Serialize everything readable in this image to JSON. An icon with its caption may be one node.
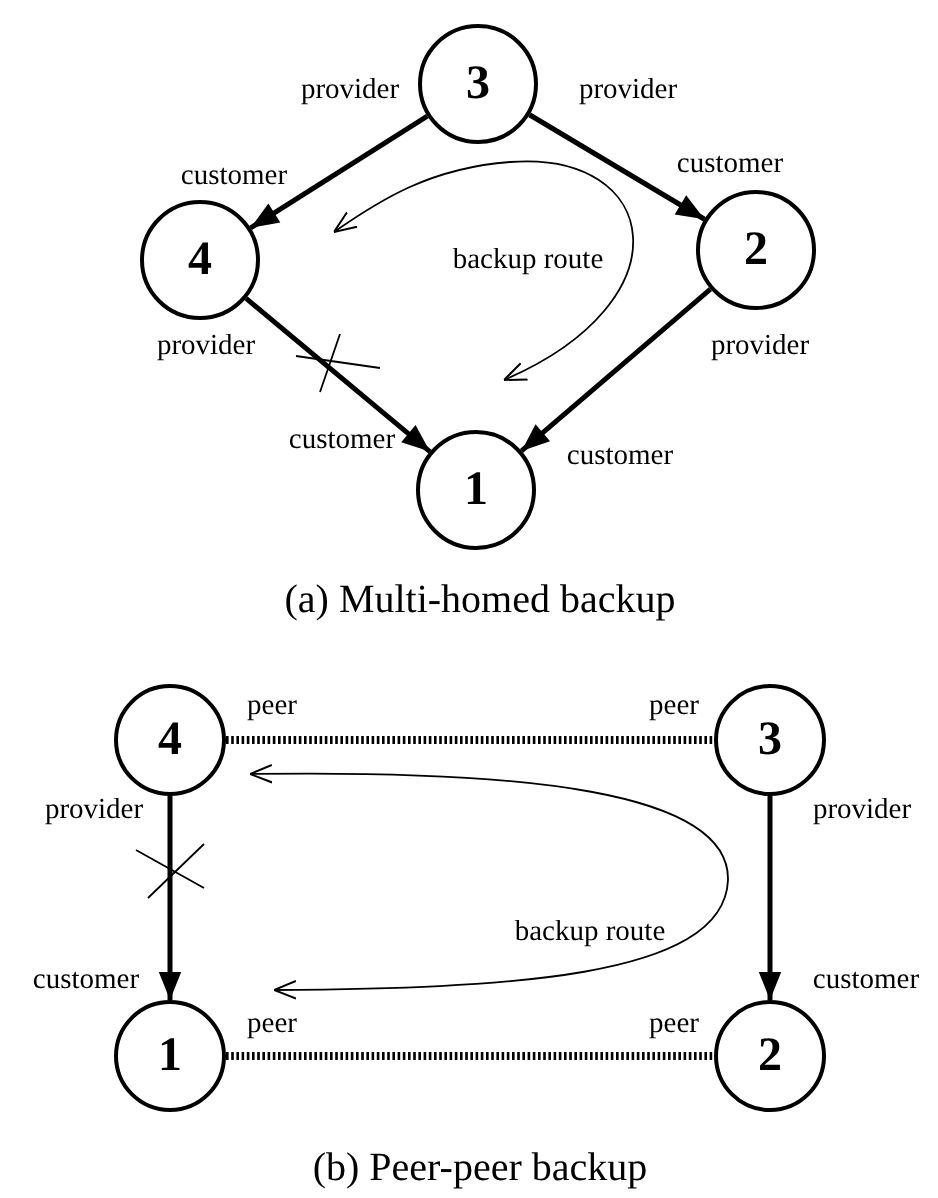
{
  "diagram": {
    "nodes": [
      {
        "text": [
          "3"
        ]
      },
      {
        "text": [
          "4"
        ]
      },
      {
        "text": [
          "2"
        ]
      },
      {
        "text": [
          "1"
        ]
      },
      {
        "text": [
          "4"
        ]
      },
      {
        "text": [
          "3"
        ]
      },
      {
        "text": [
          "1"
        ]
      },
      {
        "text": [
          "2"
        ]
      }
    ],
    "edges": [
      {
        "from": 0,
        "to": 1,
        "arrow": "to"
      },
      {
        "from": 0,
        "to": 2,
        "arrow": "to"
      },
      {
        "from": 1,
        "to": 3,
        "arrow": "to"
      },
      {
        "from": 2,
        "to": 3,
        "arrow": "to"
      },
      {
        "from": 4,
        "to": 5,
        "arrow": "none",
        "style": "dashed"
      },
      {
        "from": 4,
        "to": 6,
        "arrow": "to"
      },
      {
        "from": 5,
        "to": 7,
        "arrow": "to"
      },
      {
        "from": 6,
        "to": 7,
        "arrow": "none",
        "style": "dashed"
      }
    ],
    "labels": [
      "provider",
      "provider",
      "customer",
      "customer",
      "backup route",
      "provider",
      "provider",
      "customer",
      "customer",
      "(a) Multi-homed backup",
      "peer",
      "peer",
      "provider",
      "provider",
      "backup route",
      "customer",
      "customer",
      "peer",
      "peer",
      "(b) Peer-peer backup"
    ]
  }
}
